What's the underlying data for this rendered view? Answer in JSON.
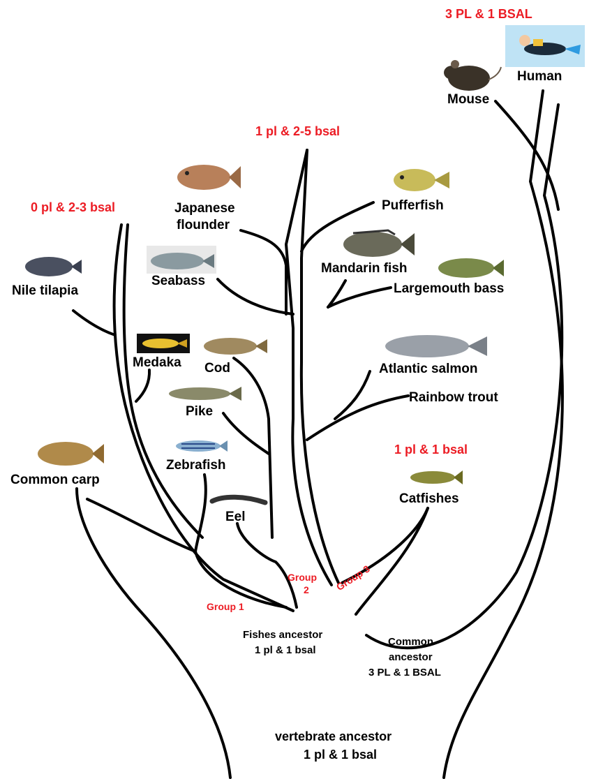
{
  "species": {
    "human": "Human",
    "mouse": "Mouse",
    "pufferfish": "Pufferfish",
    "japanese_flounder": [
      "Japanese",
      "flounder"
    ],
    "mandarin_fish": "Mandarin fish",
    "largemouth_bass": "Largemouth bass",
    "seabass": "Seabass",
    "nile_tilapia": "Nile tilapia",
    "medaka": "Medaka",
    "cod": "Cod",
    "atlantic_salmon": "Atlantic salmon",
    "rainbow_trout": "Rainbow trout",
    "pike": "Pike",
    "zebrafish": "Zebrafish",
    "common_carp": "Common carp",
    "catfishes": "Catfishes",
    "eel": "Eel"
  },
  "gene_counts": {
    "mammals": "3 PL & 1 BSAL",
    "group2": "1 pl & 2-5 bsal",
    "group1": "0 pl & 2-3 bsal",
    "group3": "1 pl & 1 bsal"
  },
  "groups": {
    "g1": "Group 1",
    "g2": [
      "Group",
      "2"
    ],
    "g3": "Group 3"
  },
  "ancestors": {
    "fishes": [
      "Fishes ancestor",
      "1 pl & 1 bsal"
    ],
    "common": [
      "Common",
      "ancestor",
      "3 PL & 1 BSAL"
    ],
    "vertebrate": [
      "vertebrate ancestor",
      "1 pl & 1 bsal"
    ]
  },
  "colors": {
    "highlight": "#ec1c24",
    "line": "#000000"
  },
  "icons": [
    "diver-icon",
    "mouse-icon",
    "fish-icon"
  ]
}
